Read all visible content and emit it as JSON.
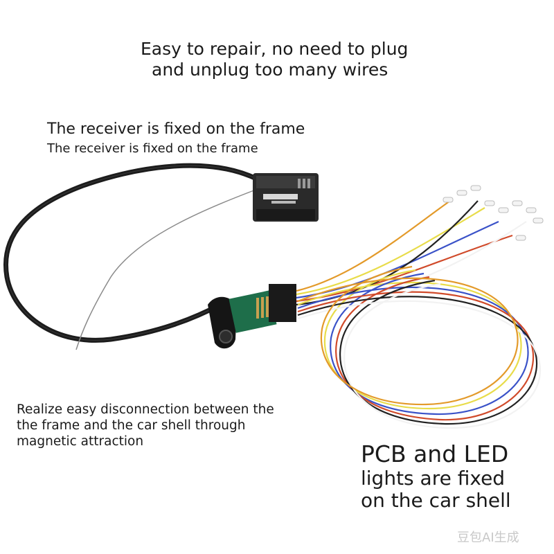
{
  "headline": {
    "line1": "Easy to repair, no need to plug",
    "line2": "and unplug too many wires"
  },
  "receiver_caption": {
    "line1": "The receiver is fixed on the frame",
    "line2": "The receiver is fixed on the frame"
  },
  "magnet_caption": {
    "line1": "Realize easy disconnection between the",
    "line2": "the frame and the car shell through",
    "line3": "magnetic attraction"
  },
  "pcb_caption": {
    "line1": "PCB and LED",
    "line2": "lights are fixed",
    "line3": "on the car shell"
  },
  "watermark": "豆包AI生成",
  "colors": {
    "background": "#ffffff",
    "text": "#1a1a1a",
    "ribbon_cable": "#1c1c1c",
    "pcb": "#1e6e4a",
    "wire_colors": [
      "#e8dc4a",
      "#3a52c8",
      "#d04a2a",
      "#222222",
      "#f2f2f2",
      "#e39a2a"
    ]
  }
}
